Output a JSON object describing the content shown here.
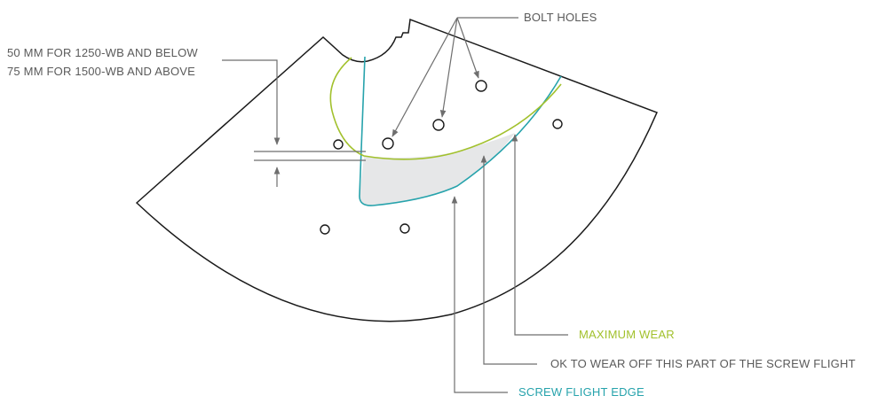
{
  "labels": {
    "bolt_holes": "BOLT HOLES",
    "dimension_line1": "50 MM FOR 1250-WB AND BELOW",
    "dimension_line2": "75 MM FOR 1500-WB AND ABOVE",
    "maximum_wear": "MAXIMUM WEAR",
    "ok_to_wear": "OK TO WEAR OFF THIS PART OF THE SCREW FLIGHT",
    "screw_flight_edge": "SCREW FLIGHT EDGE"
  },
  "colors": {
    "outline": "#1a1a1a",
    "leader": "#6e6e6e",
    "maximum_wear": "#a2c12d",
    "screw_flight_edge": "#27a3ac",
    "wear_zone_fill": "#e6e7e8"
  }
}
